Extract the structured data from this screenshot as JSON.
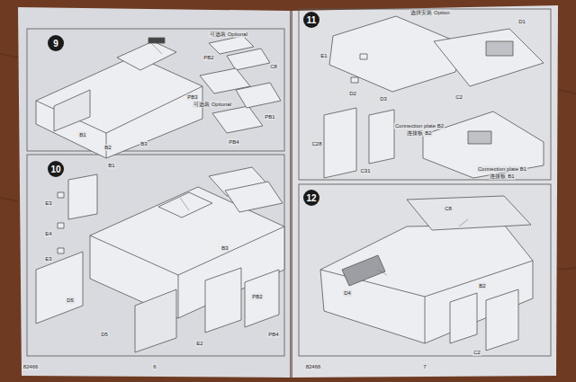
{
  "diagram": {
    "nodes": [
      {
        "text": [
          "9"
        ]
      },
      {
        "text": [
          "10"
        ]
      },
      {
        "text": [
          "11"
        ]
      },
      {
        "text": [
          "12"
        ]
      }
    ],
    "labels": [
      "可选装 Optional",
      "PB2",
      "C8",
      "PB3",
      "可选装 Optional",
      "PB4",
      "PB1",
      "B1",
      "B2",
      "B3",
      "B1",
      "E3",
      "E4",
      "E3",
      "B3",
      "D5",
      "D5",
      "PB2",
      "PB4",
      "E2",
      "选择安装 Option",
      "D3",
      "E1",
      "D2",
      "C2",
      "D1",
      "C28",
      "C31",
      "Connection plate B2",
      "连接板 B2",
      "Connection plate B1",
      "连接板 B1",
      "C8",
      "D4",
      "B2",
      "C2",
      "82466",
      "6",
      "82466",
      "7"
    ]
  }
}
